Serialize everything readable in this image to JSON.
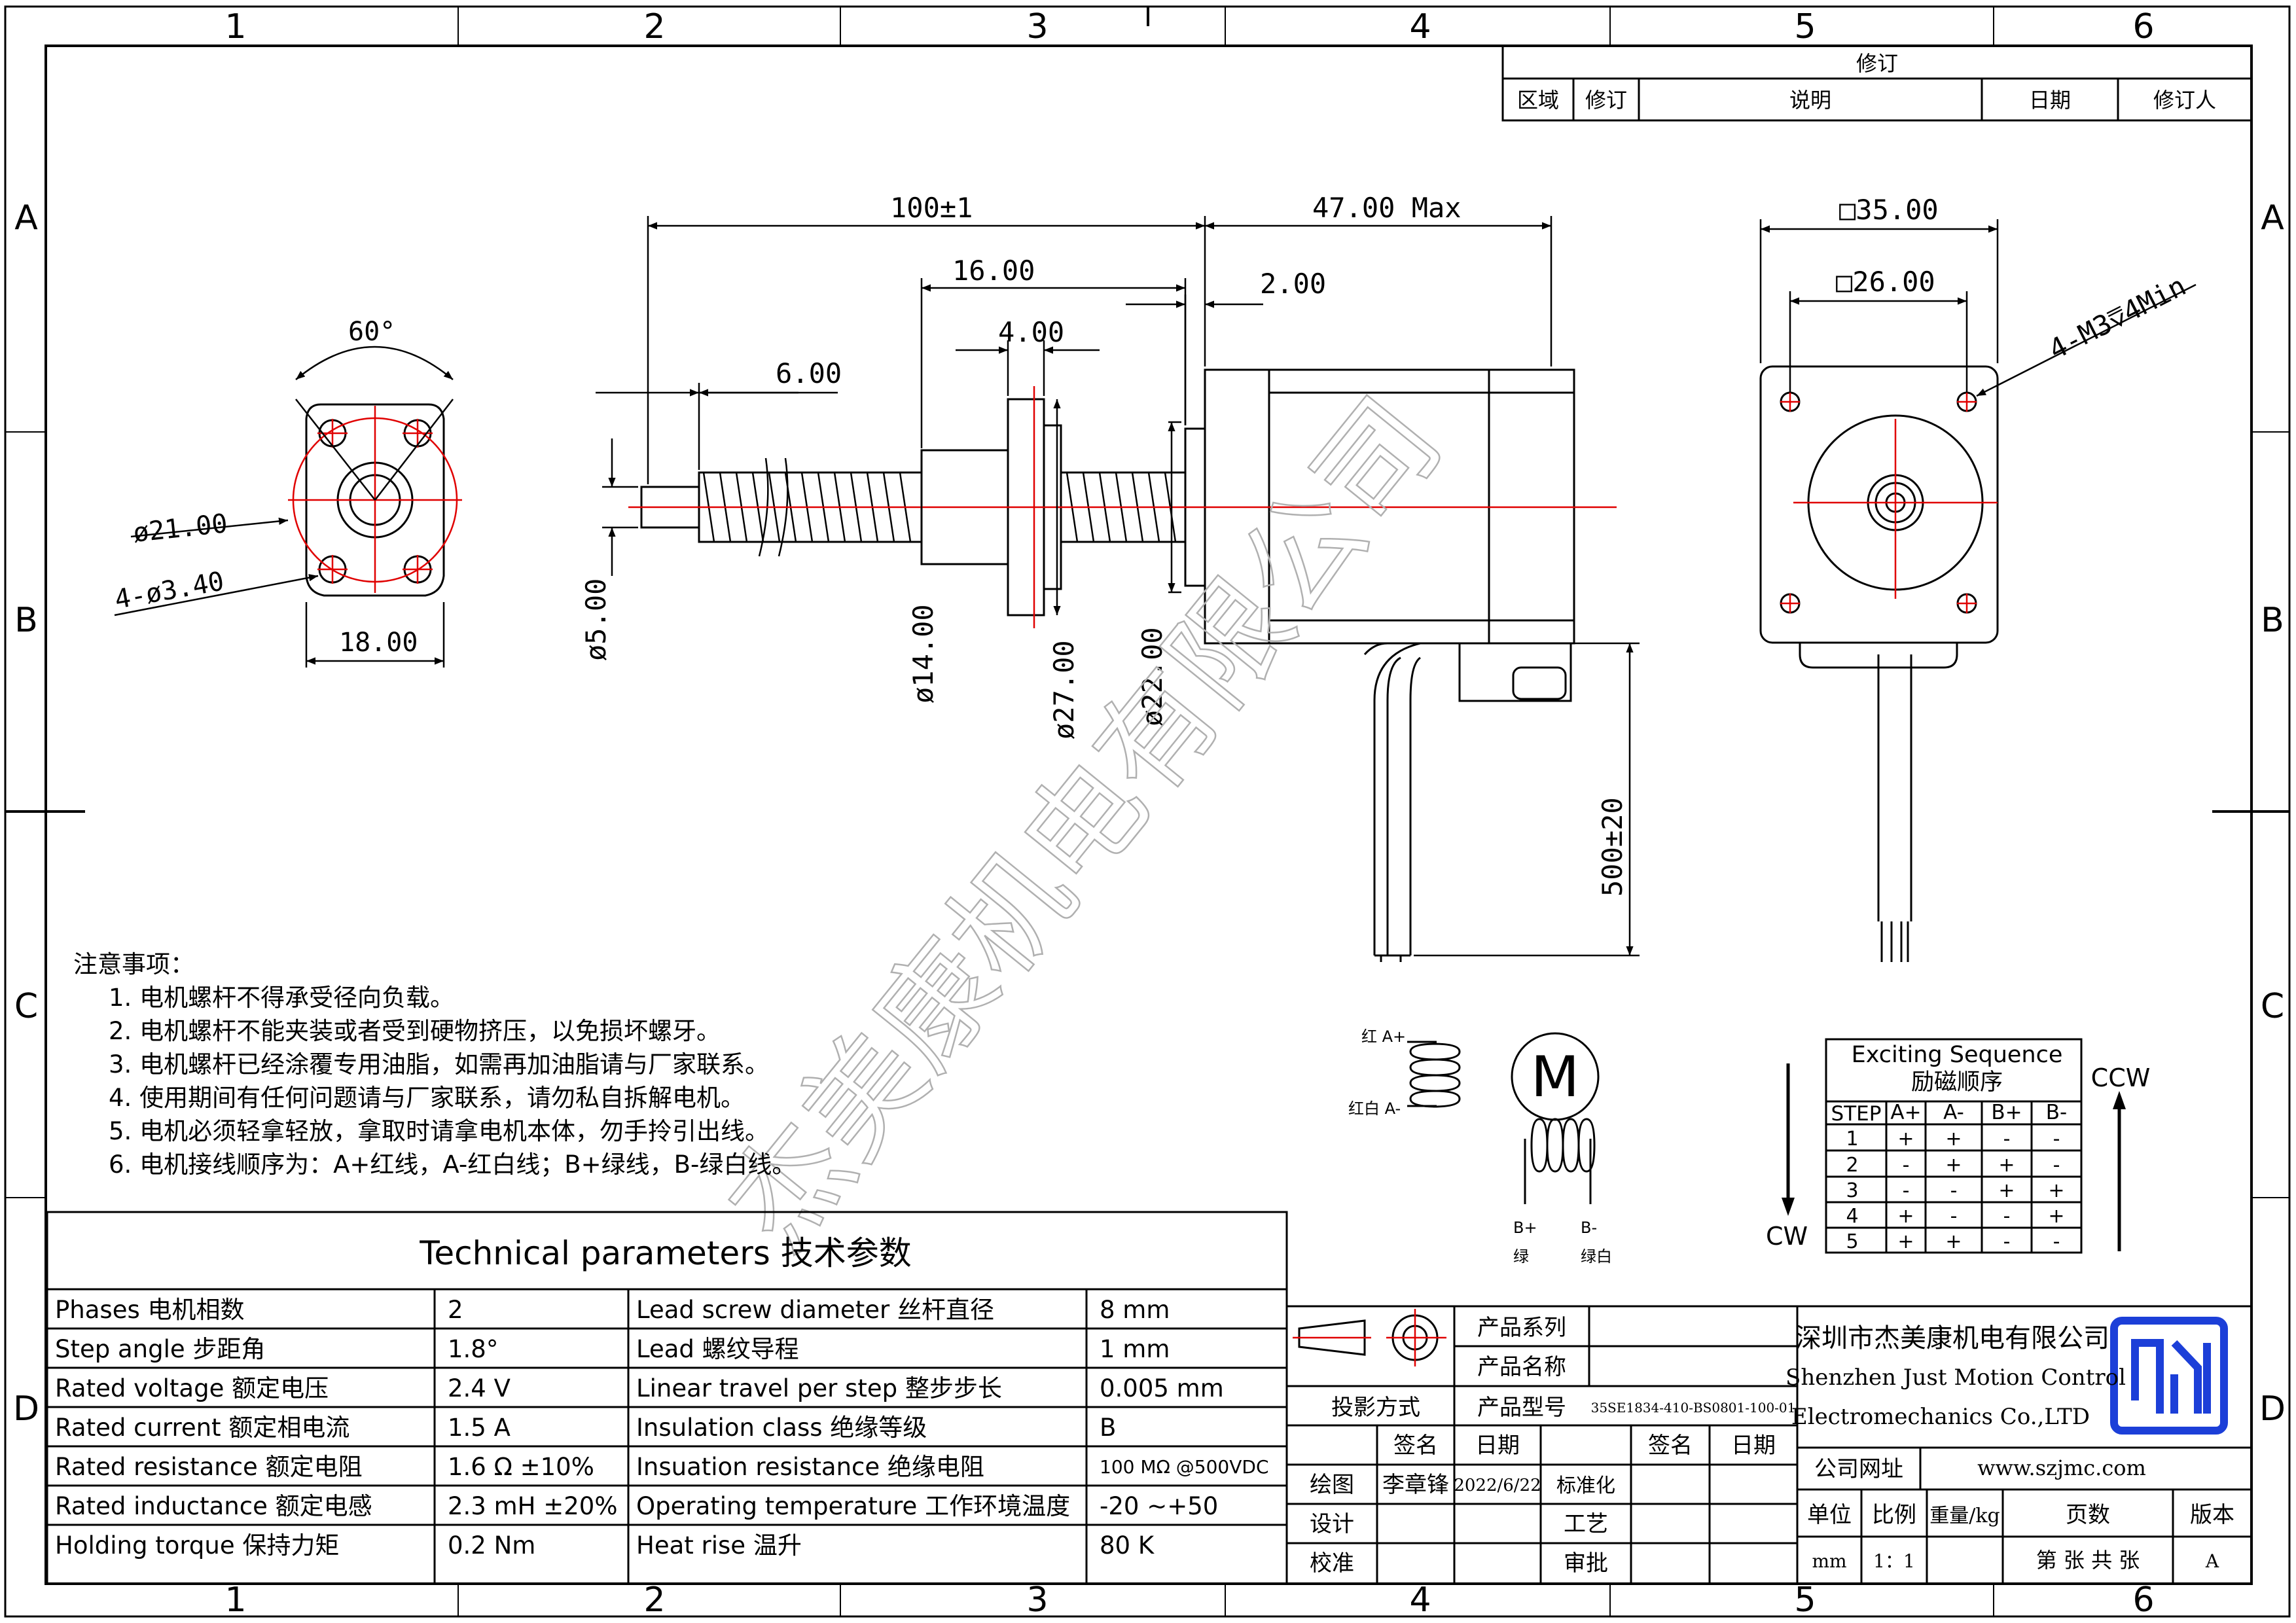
{
  "border": {
    "columns": [
      "1",
      "2",
      "3",
      "4",
      "5",
      "6"
    ],
    "rows": [
      "A",
      "B",
      "C",
      "D"
    ]
  },
  "revision": {
    "title": "修订",
    "headers": [
      "区域",
      "修订",
      "说明",
      "日期",
      "修订人"
    ]
  },
  "dims": {
    "angle_60": "60°",
    "phi21": "ø21.00",
    "holes": "4-ø3.40",
    "w18": "18.00",
    "len100": "100±1",
    "len47": "47.00 Max",
    "d16": "16.00",
    "d4": "4.00",
    "d2": "2.00",
    "d6": "6.00",
    "phi5": "ø5.00",
    "phi14": "ø14.00",
    "phi27": "ø27.00",
    "phi22": "ø22.00",
    "lead500": "500±20",
    "sq35": "□35.00",
    "sq26": "□26.00",
    "m3": "4-M3⩢4Min"
  },
  "watermark": "杰美康机电有限公司",
  "notes": {
    "title": "注意事项：",
    "items": [
      "1. 电机螺杆不得承受径向负载。",
      "2. 电机螺杆不能夹装或者受到硬物挤压，以免损坏螺牙。",
      "3. 电机螺杆已经涂覆专用油脂，如需再加油脂请与厂家联系。",
      "4. 使用期间有任何问题请与厂家联系，请勿私自拆解电机。",
      "5. 电机必须轻拿轻放，拿取时请拿电机本体，勿手拎引出线。",
      "6. 电机接线顺序为：A+红线，A-红白线；B+绿线，B-绿白线。"
    ]
  },
  "wiring": {
    "a_plus": "红 A+",
    "a_minus": "红白 A-",
    "motor": "M",
    "b_plus": "B+",
    "b_plus_color": "绿",
    "b_minus": "B-",
    "b_minus_color": "绿白"
  },
  "exciting": {
    "title_en": "Exciting Sequence",
    "title_cn": "励磁顺序",
    "headers": [
      "STEP",
      "A+",
      "A-",
      "B+",
      "B-"
    ],
    "rows": [
      [
        "1",
        "+",
        "+",
        "-",
        "-"
      ],
      [
        "2",
        "-",
        "+",
        "+",
        "-"
      ],
      [
        "3",
        "-",
        "-",
        "+",
        "+"
      ],
      [
        "4",
        "+",
        "-",
        "-",
        "+"
      ],
      [
        "5",
        "+",
        "+",
        "-",
        "-"
      ]
    ],
    "ccw": "CCW",
    "cw": "CW"
  },
  "tech": {
    "title": "Technical parameters 技术参数",
    "left": [
      {
        "label": "Phases 电机相数",
        "value": "2"
      },
      {
        "label": "Step angle 步距角",
        "value": "1.8°"
      },
      {
        "label": "Rated voltage 额定电压",
        "value": "2.4 V"
      },
      {
        "label": "Rated current 额定相电流",
        "value": "1.5 A"
      },
      {
        "label": "Rated resistance 额定电阻",
        "value": "1.6 Ω  ±10%"
      },
      {
        "label": "Rated inductance 额定电感",
        "value": "2.3 mH ±20%"
      },
      {
        "label": "Holding torque 保持力矩",
        "value": "0.2 Nm"
      }
    ],
    "right": [
      {
        "label": "Lead screw diameter 丝杆直径",
        "value": "8 mm"
      },
      {
        "label": "Lead 螺纹导程",
        "value": "1 mm"
      },
      {
        "label": "Linear travel per step 整步步长",
        "value": "0.005 mm"
      },
      {
        "label": "Insulation class 绝缘等级",
        "value": "B"
      },
      {
        "label": "Insuation resistance 绝缘电阻",
        "value": "100 MΩ @500VDC"
      },
      {
        "label": "Operating temperature 工作环境温度",
        "value": "-20    ~+50"
      },
      {
        "label": "Heat rise 温升",
        "value": "80 K"
      }
    ]
  },
  "titleblock": {
    "series_label": "产品系列",
    "name_label": "产品名称",
    "projection_label": "投影方式",
    "model_label": "产品型号",
    "model_value": "35SE1834-410-BS0801-100-01",
    "sign": "签名",
    "date": "日期",
    "sign2": "签名",
    "date2": "日期",
    "draw_label": "绘图",
    "draw_name": "李章锋",
    "draw_date": "2022/6/22",
    "std_label": "标准化",
    "design_label": "设计",
    "process_label": "工艺",
    "check_label": "校准",
    "approve_label": "审批",
    "company_cn": "深圳市杰美康机电有限公司",
    "company_en1": "Shenzhen Just Motion Control",
    "company_en2": "Electromechanics Co.,LTD",
    "website_label": "公司网址",
    "website": "www.szjmc.com",
    "unit_label": "单位",
    "scale_label": "比例",
    "weight_label": "重量/kg",
    "pages_label": "页数",
    "version_label": "版本",
    "unit": "mm",
    "scale": "1：1",
    "pages": "第 张 共 张",
    "version": "A"
  },
  "colors": {
    "line": "#000000",
    "center": "#e00000",
    "logo": "#1c3fd8",
    "watermark": "#b8b8b8"
  }
}
